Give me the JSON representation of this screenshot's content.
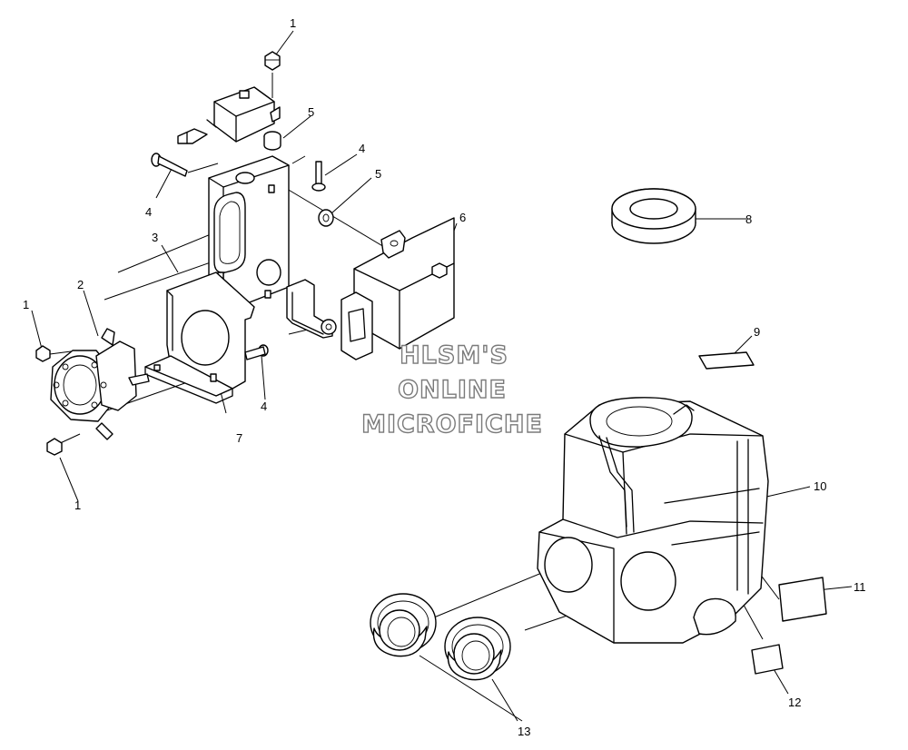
{
  "diagram": {
    "watermark": [
      "HLSM'S",
      "ONLINE",
      "MICROFICHE"
    ],
    "callouts": {
      "1": "1",
      "2": "2",
      "3": "3",
      "4": "4",
      "5": "5",
      "6": "6",
      "7": "7",
      "8": "8",
      "9": "9",
      "10": "10",
      "11": "11",
      "12": "12",
      "13": "13"
    }
  }
}
